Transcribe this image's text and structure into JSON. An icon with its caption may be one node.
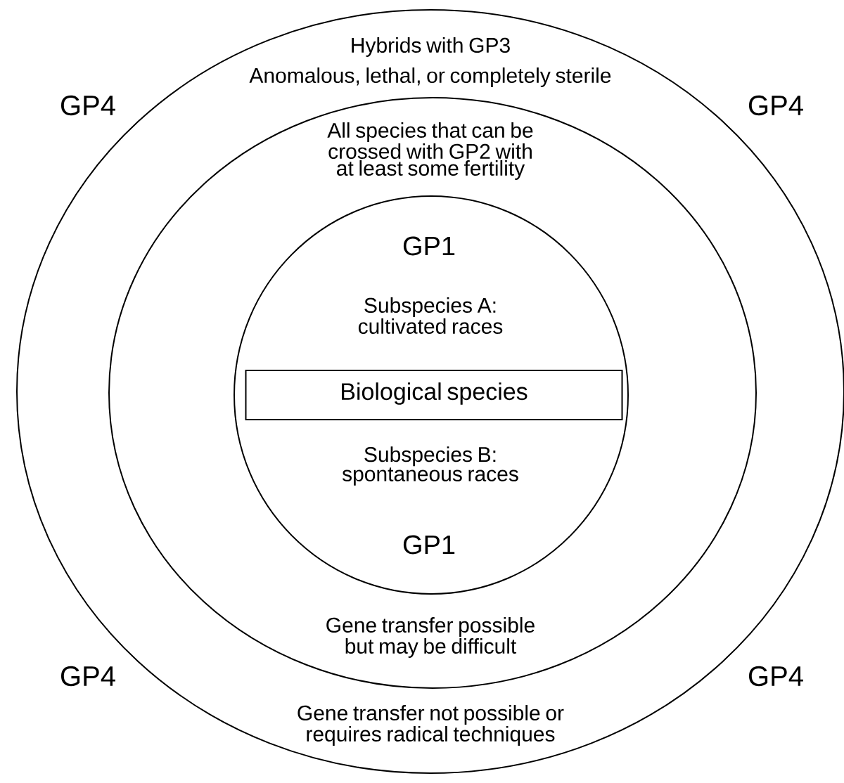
{
  "diagram": {
    "nodes": [
      {
        "text": [
          "Hybrids with GP3",
          "Anomalous, lethal, or completely sterile",
          "Gene transfer not possible or requires radical techniques"
        ]
      },
      {
        "text": [
          "All species that can be crossed with GP2 with at least some fertility",
          "Gene transfer possible but may be difficult"
        ],
        "in": 0
      },
      {
        "text": [
          "GP1",
          "Subspecies A: cultivated races",
          "Subspecies B: spontaneous races",
          "GP1"
        ],
        "in": 1
      },
      {
        "text": [
          "Biological species"
        ],
        "in": 2
      }
    ],
    "edges": [],
    "labels": [
      "GP4",
      "GP4",
      "GP4",
      "GP4"
    ]
  }
}
